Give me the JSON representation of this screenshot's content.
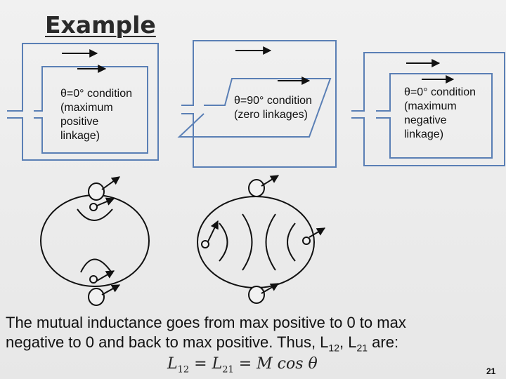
{
  "slide": {
    "title": "Example",
    "page_number": "21"
  },
  "panels": [
    {
      "label": "θ=0° condition\n(maximum\npositive\nlinkage)"
    },
    {
      "label": "θ=90° condition\n(zero linkages)"
    },
    {
      "label": "θ=0° condition\n(maximum\nnegative\nlinkage)"
    }
  ],
  "caption": {
    "line1": "The mutual inductance goes from max positive to 0 to max",
    "line2_before": "negative to 0 and back to max positive. Thus, L",
    "sub1": "12",
    "sep": ", L",
    "sub2": "21",
    "after": " are:"
  },
  "formula": {
    "lhs": "L",
    "lhs_sub": "12",
    "eq1": " = L",
    "mid_sub": "21",
    "rhs": " = M cos θ"
  },
  "colors": {
    "coil": "#5a7fb5",
    "ink": "#111111"
  }
}
